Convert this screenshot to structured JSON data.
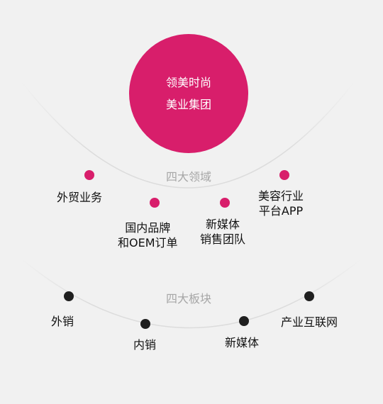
{
  "center": {
    "line1": "领美时尚",
    "line2": "美业集团"
  },
  "domains": {
    "title": "四大领域",
    "items": [
      {
        "lines": [
          "外贸业务"
        ]
      },
      {
        "lines": [
          "国内品牌",
          "和OEM订单"
        ]
      },
      {
        "lines": [
          "新媒体",
          "销售团队"
        ]
      },
      {
        "lines": [
          "美容行业",
          "平台APP"
        ]
      }
    ]
  },
  "sectors": {
    "title": "四大板块",
    "items": [
      {
        "lines": [
          "外销"
        ]
      },
      {
        "lines": [
          "内销"
        ]
      },
      {
        "lines": [
          "新媒体"
        ]
      },
      {
        "lines": [
          "产业互联网"
        ]
      }
    ]
  },
  "colors": {
    "background": "#f1f1f1",
    "accent": "#d81e6b",
    "dark_dot": "#1f1f1f",
    "arc": "#dcdcdc",
    "section_label": "#a6a6a6"
  }
}
